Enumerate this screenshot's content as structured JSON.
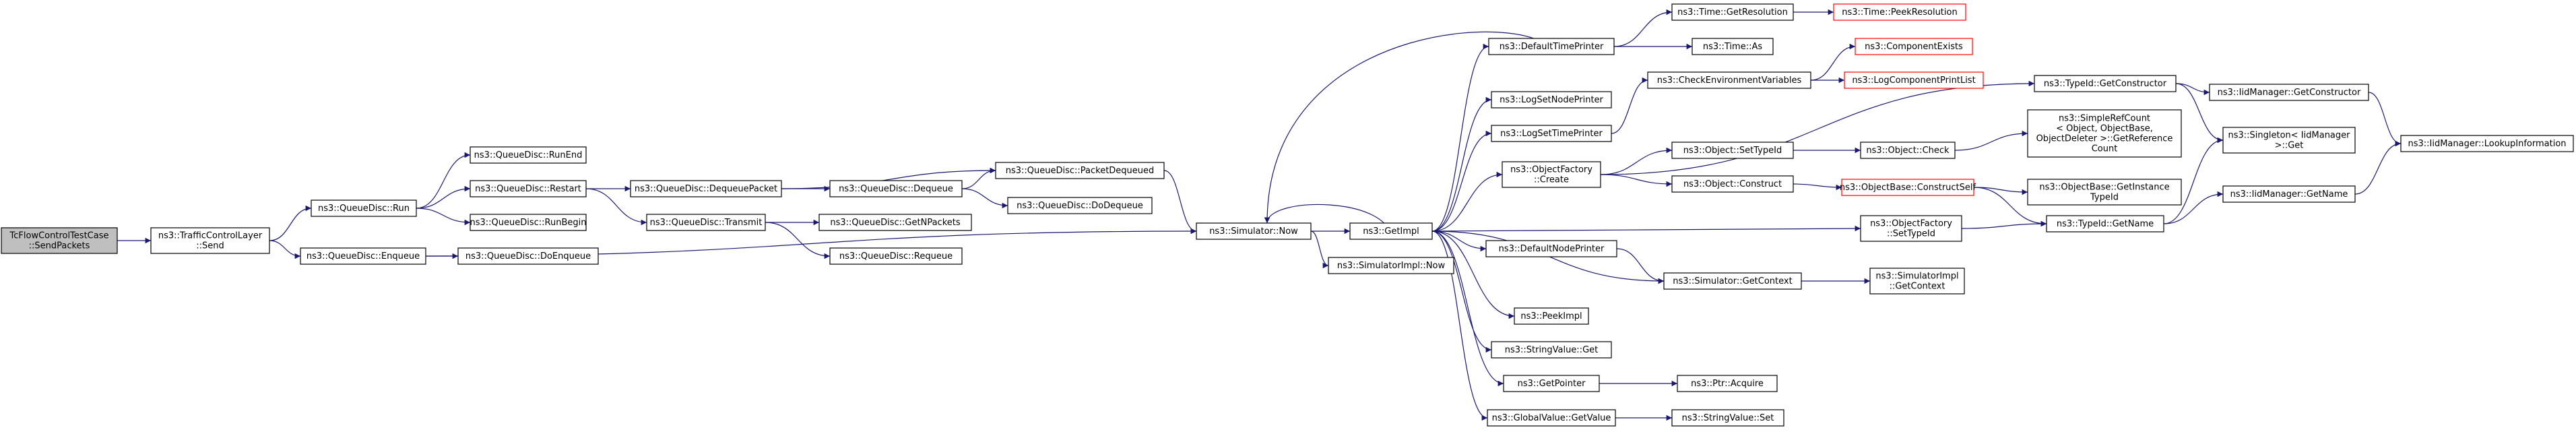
{
  "graph": {
    "colors": {
      "edge": "#191970",
      "root_fill": "#bfbfbf",
      "missing_border": "#ff0000",
      "node_border": "#000000"
    },
    "nodes": [
      {
        "id": "root",
        "lines": [
          "TcFlowControlTestCase",
          "::SendPackets"
        ],
        "style": "root"
      },
      {
        "id": "tcl_send",
        "lines": [
          "ns3::TrafficControlLayer",
          "::Send"
        ]
      },
      {
        "id": "qd_run",
        "lines": [
          "ns3::QueueDisc::Run"
        ]
      },
      {
        "id": "qd_enqueue",
        "lines": [
          "ns3::QueueDisc::Enqueue"
        ]
      },
      {
        "id": "qd_runend",
        "lines": [
          "ns3::QueueDisc::RunEnd"
        ]
      },
      {
        "id": "qd_restart",
        "lines": [
          "ns3::QueueDisc::Restart"
        ]
      },
      {
        "id": "qd_runbegin",
        "lines": [
          "ns3::QueueDisc::RunBegin"
        ]
      },
      {
        "id": "qd_doenqueue",
        "lines": [
          "ns3::QueueDisc::DoEnqueue"
        ]
      },
      {
        "id": "qd_dequeuepacket",
        "lines": [
          "ns3::QueueDisc::DequeuePacket"
        ]
      },
      {
        "id": "qd_transmit",
        "lines": [
          "ns3::QueueDisc::Transmit"
        ]
      },
      {
        "id": "qd_packetdequeued",
        "lines": [
          "ns3::QueueDisc::PacketDequeued"
        ]
      },
      {
        "id": "qd_dequeue",
        "lines": [
          "ns3::QueueDisc::Dequeue"
        ]
      },
      {
        "id": "qd_dodequeue",
        "lines": [
          "ns3::QueueDisc::DoDequeue"
        ]
      },
      {
        "id": "qd_getnpackets",
        "lines": [
          "ns3::QueueDisc::GetNPackets"
        ]
      },
      {
        "id": "qd_requeue",
        "lines": [
          "ns3::QueueDisc::Requeue"
        ]
      },
      {
        "id": "sim_now",
        "lines": [
          "ns3::Simulator::Now"
        ]
      },
      {
        "id": "simimpl_now",
        "lines": [
          "ns3::SimulatorImpl::Now"
        ]
      },
      {
        "id": "getimpl",
        "lines": [
          "ns3::GetImpl"
        ]
      },
      {
        "id": "defaulttimeprinter",
        "lines": [
          "ns3::DefaultTimePrinter"
        ]
      },
      {
        "id": "logsetnodeprinter",
        "lines": [
          "ns3::LogSetNodePrinter"
        ]
      },
      {
        "id": "logsettimeprinter",
        "lines": [
          "ns3::LogSetTimePrinter"
        ]
      },
      {
        "id": "objectfactory_create",
        "lines": [
          "ns3::ObjectFactory",
          "::Create"
        ]
      },
      {
        "id": "defaultnodeprinter",
        "lines": [
          "ns3::DefaultNodePrinter"
        ]
      },
      {
        "id": "peekimpl",
        "lines": [
          "ns3::PeekImpl"
        ]
      },
      {
        "id": "stringvalue_get",
        "lines": [
          "ns3::StringValue::Get"
        ]
      },
      {
        "id": "getpointer",
        "lines": [
          "ns3::GetPointer"
        ]
      },
      {
        "id": "globalvalue_getvalue",
        "lines": [
          "ns3::GlobalValue::GetValue"
        ]
      },
      {
        "id": "time_getresolution",
        "lines": [
          "ns3::Time::GetResolution"
        ]
      },
      {
        "id": "time_as",
        "lines": [
          "ns3::Time::As"
        ]
      },
      {
        "id": "time_peekresolution",
        "lines": [
          "ns3::Time::PeekResolution"
        ],
        "style": "red"
      },
      {
        "id": "checkenvvars",
        "lines": [
          "ns3::CheckEnvironmentVariables"
        ]
      },
      {
        "id": "componentexists",
        "lines": [
          "ns3::ComponentExists"
        ],
        "style": "red"
      },
      {
        "id": "logcomponentprintlist",
        "lines": [
          "ns3::LogComponentPrintList"
        ],
        "style": "red"
      },
      {
        "id": "object_settypeid",
        "lines": [
          "ns3::Object::SetTypeId"
        ]
      },
      {
        "id": "object_construct",
        "lines": [
          "ns3::Object::Construct"
        ]
      },
      {
        "id": "object_check",
        "lines": [
          "ns3::Object::Check"
        ]
      },
      {
        "id": "objectbase_constructself",
        "lines": [
          "ns3::ObjectBase::ConstructSelf"
        ],
        "style": "red"
      },
      {
        "id": "objectfactory_settypeid",
        "lines": [
          "ns3::ObjectFactory",
          "::SetTypeId"
        ]
      },
      {
        "id": "simulator_getcontext",
        "lines": [
          "ns3::Simulator::GetContext"
        ]
      },
      {
        "id": "simulatorimpl_getcontext",
        "lines": [
          "ns3::SimulatorImpl",
          "::GetContext"
        ]
      },
      {
        "id": "ptr_acquire",
        "lines": [
          "ns3::Ptr::Acquire"
        ]
      },
      {
        "id": "stringvalue_set",
        "lines": [
          "ns3::StringValue::Set"
        ]
      },
      {
        "id": "typeid_getconstructor",
        "lines": [
          "ns3::TypeId::GetConstructor"
        ]
      },
      {
        "id": "simplerefcount_getref",
        "lines": [
          "ns3::SimpleRefCount",
          "< Object, ObjectBase,",
          " ObjectDeleter >::GetReference",
          "Count"
        ]
      },
      {
        "id": "objectbase_getinstancetypeid",
        "lines": [
          "ns3::ObjectBase::GetInstance",
          "TypeId"
        ]
      },
      {
        "id": "typeid_getname",
        "lines": [
          "ns3::TypeId::GetName"
        ]
      },
      {
        "id": "iidmanager_getconstructor",
        "lines": [
          "ns3::IidManager::GetConstructor"
        ]
      },
      {
        "id": "singleton_get",
        "lines": [
          "ns3::Singleton< IidManager",
          " >::Get"
        ]
      },
      {
        "id": "iidmanager_getname",
        "lines": [
          "ns3::IidManager::GetName"
        ]
      },
      {
        "id": "iidmanager_lookupinformation",
        "lines": [
          "ns3::IidManager::LookupInformation"
        ]
      }
    ],
    "edges": [
      [
        "root",
        "tcl_send"
      ],
      [
        "tcl_send",
        "qd_run"
      ],
      [
        "tcl_send",
        "qd_enqueue"
      ],
      [
        "qd_run",
        "qd_runend"
      ],
      [
        "qd_run",
        "qd_restart"
      ],
      [
        "qd_run",
        "qd_runbegin"
      ],
      [
        "qd_enqueue",
        "qd_doenqueue"
      ],
      [
        "qd_enqueue",
        "sim_now"
      ],
      [
        "qd_restart",
        "qd_dequeuepacket"
      ],
      [
        "qd_restart",
        "qd_transmit"
      ],
      [
        "qd_dequeuepacket",
        "qd_packetdequeued"
      ],
      [
        "qd_dequeuepacket",
        "qd_dequeue"
      ],
      [
        "qd_dequeue",
        "qd_packetdequeued"
      ],
      [
        "qd_dequeue",
        "qd_dodequeue"
      ],
      [
        "qd_transmit",
        "qd_getnpackets"
      ],
      [
        "qd_transmit",
        "qd_requeue"
      ],
      [
        "qd_packetdequeued",
        "sim_now"
      ],
      [
        "sim_now",
        "getimpl"
      ],
      [
        "sim_now",
        "simimpl_now"
      ],
      [
        "getimpl",
        "sim_now"
      ],
      [
        "getimpl",
        "defaulttimeprinter"
      ],
      [
        "getimpl",
        "logsetnodeprinter"
      ],
      [
        "getimpl",
        "logsettimeprinter"
      ],
      [
        "getimpl",
        "objectfactory_create"
      ],
      [
        "getimpl",
        "objectfactory_settypeid"
      ],
      [
        "getimpl",
        "defaultnodeprinter"
      ],
      [
        "getimpl",
        "simulator_getcontext"
      ],
      [
        "getimpl",
        "peekimpl"
      ],
      [
        "getimpl",
        "stringvalue_get"
      ],
      [
        "getimpl",
        "getpointer"
      ],
      [
        "getimpl",
        "globalvalue_getvalue"
      ],
      [
        "defaulttimeprinter",
        "sim_now"
      ],
      [
        "defaulttimeprinter",
        "time_getresolution"
      ],
      [
        "defaulttimeprinter",
        "time_as"
      ],
      [
        "time_getresolution",
        "time_peekresolution"
      ],
      [
        "logsettimeprinter",
        "checkenvvars"
      ],
      [
        "checkenvvars",
        "componentexists"
      ],
      [
        "checkenvvars",
        "logcomponentprintlist"
      ],
      [
        "objectfactory_create",
        "typeid_getconstructor"
      ],
      [
        "objectfactory_create",
        "object_settypeid"
      ],
      [
        "objectfactory_create",
        "object_construct"
      ],
      [
        "object_settypeid",
        "object_check"
      ],
      [
        "object_check",
        "simplerefcount_getref"
      ],
      [
        "object_construct",
        "objectbase_constructself"
      ],
      [
        "objectbase_constructself",
        "objectbase_getinstancetypeid"
      ],
      [
        "objectbase_constructself",
        "typeid_getname"
      ],
      [
        "objectfactory_settypeid",
        "typeid_getname"
      ],
      [
        "typeid_getconstructor",
        "iidmanager_getconstructor"
      ],
      [
        "typeid_getconstructor",
        "singleton_get"
      ],
      [
        "typeid_getname",
        "singleton_get"
      ],
      [
        "typeid_getname",
        "iidmanager_getname"
      ],
      [
        "iidmanager_getconstructor",
        "iidmanager_lookupinformation"
      ],
      [
        "iidmanager_getname",
        "iidmanager_lookupinformation"
      ],
      [
        "defaultnodeprinter",
        "simulator_getcontext"
      ],
      [
        "simulator_getcontext",
        "simulatorimpl_getcontext"
      ],
      [
        "getpointer",
        "ptr_acquire"
      ],
      [
        "globalvalue_getvalue",
        "stringvalue_set"
      ]
    ]
  }
}
